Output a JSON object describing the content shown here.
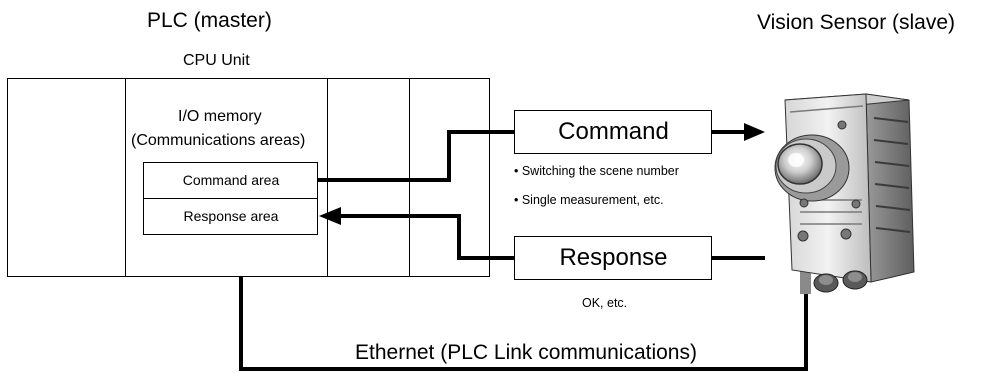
{
  "plc": {
    "title": "PLC (master)",
    "cpu_unit": "CPU Unit",
    "io_memory_line1": "I/O memory",
    "io_memory_line2": "(Communications areas)",
    "command_area": "Command area",
    "response_area": "Response area"
  },
  "sensor": {
    "title": "Vision Sensor (slave)"
  },
  "command": {
    "label": "Command",
    "examples": [
      "• Switching the scene number",
      "• Single measurement, etc."
    ]
  },
  "response": {
    "label": "Response",
    "example": "OK, etc."
  },
  "network": {
    "label": "Ethernet (PLC Link communications)"
  }
}
